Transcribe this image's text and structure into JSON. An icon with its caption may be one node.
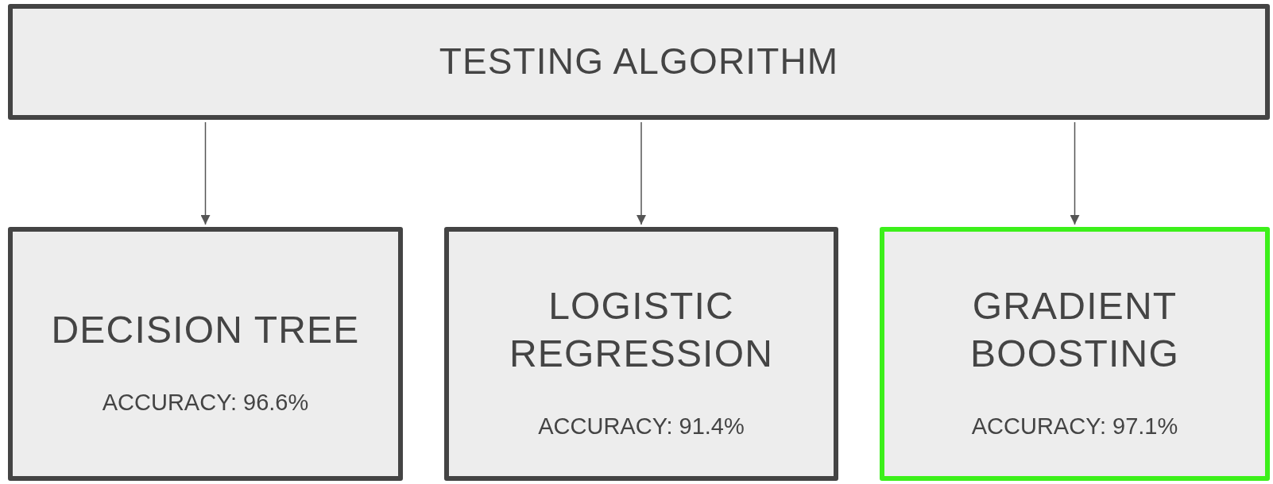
{
  "diagram": {
    "nodes": [
      {
        "text": [
          "TESTING ALGORITHM"
        ]
      },
      {
        "text": [
          "DECISION TREE",
          "ACCURACY: 96.6%"
        ]
      },
      {
        "text": [
          "LOGISTIC REGRESSION",
          "ACCURACY: 91.4%"
        ]
      },
      {
        "text": [
          "GRADIENT BOOSTING",
          "ACCURACY: 97.1%"
        ]
      }
    ],
    "edges": [
      {
        "from": 0,
        "to": 1,
        "arrow": "to"
      },
      {
        "from": 0,
        "to": 2,
        "arrow": "to"
      },
      {
        "from": 0,
        "to": 3,
        "arrow": "to"
      }
    ]
  }
}
